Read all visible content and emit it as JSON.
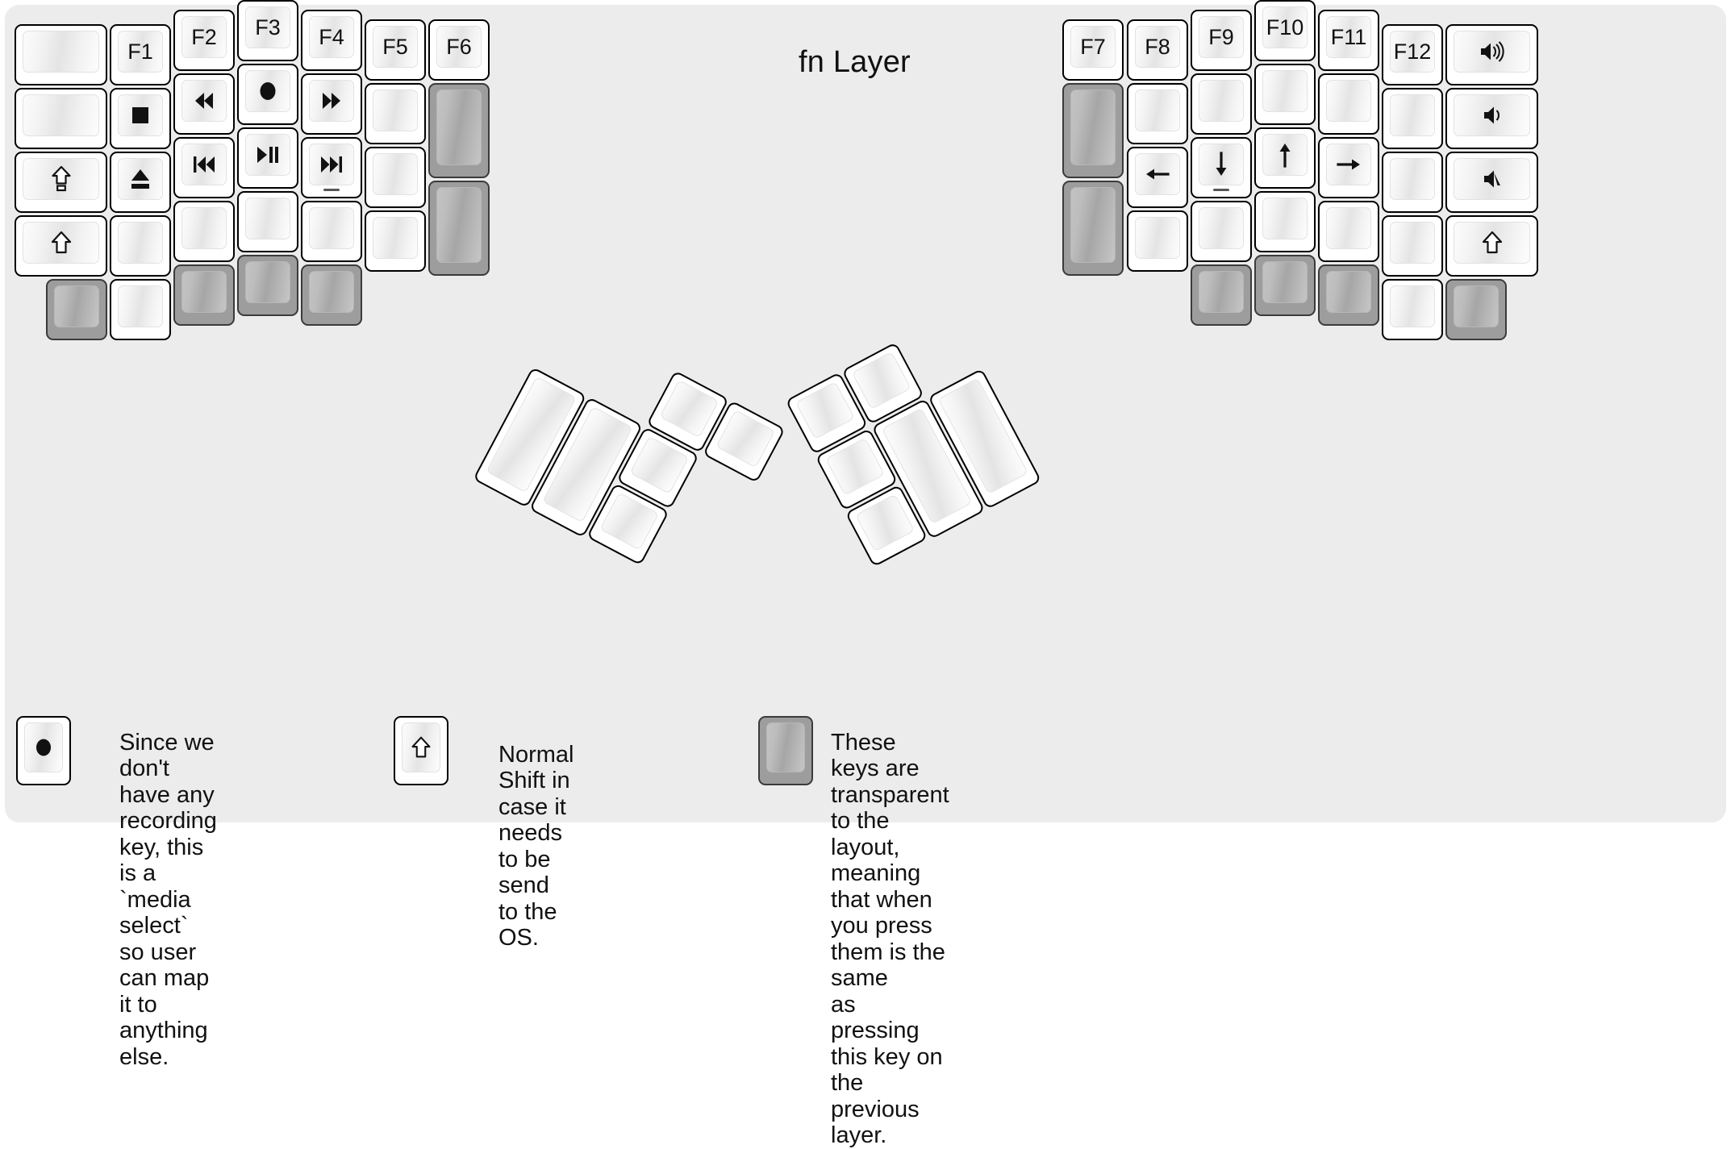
{
  "page": {
    "title": "fn Layer",
    "background_color": "#ececec",
    "key_face_color": "#ffffff",
    "transparent_key_color": "#9d9d9d",
    "text_color": "#111111"
  },
  "left_half": {
    "name": "left-key-matrix",
    "columns": [
      {
        "name": "col-outer-left",
        "keys": [
          {
            "id": "L-c1-r1",
            "label": "",
            "icon": "",
            "type": "normal",
            "size": "1.5u"
          },
          {
            "id": "L-c1-r2",
            "label": "",
            "icon": "",
            "type": "normal",
            "size": "1.5u"
          },
          {
            "id": "L-c1-r3",
            "label": "",
            "icon": "caps-lock-icon",
            "type": "normal",
            "size": "1.5u"
          },
          {
            "id": "L-c1-r4",
            "label": "",
            "icon": "shift-icon",
            "type": "normal",
            "size": "1.5u"
          },
          {
            "id": "L-c1-r5",
            "label": "",
            "icon": "",
            "type": "transparent",
            "size": "1u"
          }
        ]
      },
      {
        "name": "col-pinky",
        "keys": [
          {
            "id": "L-c2-r1",
            "label": "F1",
            "icon": "",
            "type": "normal"
          },
          {
            "id": "L-c2-r2",
            "label": "",
            "icon": "media-stop-icon",
            "type": "normal"
          },
          {
            "id": "L-c2-r3",
            "label": "",
            "icon": "media-eject-icon",
            "type": "normal"
          },
          {
            "id": "L-c2-r4",
            "label": "",
            "icon": "",
            "type": "normal"
          },
          {
            "id": "L-c2-r5",
            "label": "",
            "icon": "",
            "type": "normal"
          }
        ]
      },
      {
        "name": "col-ring",
        "keys": [
          {
            "id": "L-c3-r1",
            "label": "F2",
            "icon": "",
            "type": "normal"
          },
          {
            "id": "L-c3-r2",
            "label": "",
            "icon": "media-rewind-icon",
            "type": "normal"
          },
          {
            "id": "L-c3-r3",
            "label": "",
            "icon": "media-previous-track-icon",
            "type": "normal"
          },
          {
            "id": "L-c3-r4",
            "label": "",
            "icon": "",
            "type": "normal"
          },
          {
            "id": "L-c3-r5",
            "label": "",
            "icon": "",
            "type": "transparent"
          }
        ]
      },
      {
        "name": "col-middle",
        "keys": [
          {
            "id": "L-c4-r1",
            "label": "F3",
            "icon": "",
            "type": "normal"
          },
          {
            "id": "L-c4-r2",
            "label": "",
            "icon": "media-record-icon",
            "type": "normal"
          },
          {
            "id": "L-c4-r3",
            "label": "",
            "icon": "media-play-pause-icon",
            "type": "normal"
          },
          {
            "id": "L-c4-r4",
            "label": "",
            "icon": "",
            "type": "normal"
          },
          {
            "id": "L-c4-r5",
            "label": "",
            "icon": "",
            "type": "transparent"
          }
        ]
      },
      {
        "name": "col-index",
        "keys": [
          {
            "id": "L-c5-r1",
            "label": "F4",
            "icon": "",
            "type": "normal"
          },
          {
            "id": "L-c5-r2",
            "label": "",
            "icon": "media-fast-forward-icon",
            "type": "normal"
          },
          {
            "id": "L-c5-r3",
            "label": "",
            "icon": "media-next-track-icon",
            "type": "normal",
            "homing": true
          },
          {
            "id": "L-c5-r4",
            "label": "",
            "icon": "",
            "type": "normal"
          },
          {
            "id": "L-c5-r5",
            "label": "",
            "icon": "",
            "type": "transparent"
          }
        ]
      },
      {
        "name": "col-inner",
        "keys": [
          {
            "id": "L-c6-r1",
            "label": "F5",
            "icon": "",
            "type": "normal"
          },
          {
            "id": "L-c6-r2",
            "label": "",
            "icon": "",
            "type": "normal"
          },
          {
            "id": "L-c6-r3",
            "label": "",
            "icon": "",
            "type": "normal"
          },
          {
            "id": "L-c6-r4",
            "label": "",
            "icon": "",
            "type": "normal"
          }
        ]
      },
      {
        "name": "col-innermost",
        "keys": [
          {
            "id": "L-c7-r1",
            "label": "F6",
            "icon": "",
            "type": "normal"
          },
          {
            "id": "L-c7-r2",
            "label": "",
            "icon": "",
            "type": "transparent",
            "size": "1.5u-tall"
          },
          {
            "id": "L-c7-r3",
            "label": "",
            "icon": "",
            "type": "transparent",
            "size": "1.5u-tall"
          }
        ]
      }
    ]
  },
  "right_half": {
    "name": "right-key-matrix",
    "columns": [
      {
        "name": "col-innermost",
        "keys": [
          {
            "id": "R-c1-r1",
            "label": "F7",
            "icon": "",
            "type": "normal"
          },
          {
            "id": "R-c1-r2",
            "label": "",
            "icon": "",
            "type": "transparent",
            "size": "1.5u-tall"
          },
          {
            "id": "R-c1-r3",
            "label": "",
            "icon": "",
            "type": "transparent",
            "size": "1.5u-tall"
          }
        ]
      },
      {
        "name": "col-inner",
        "keys": [
          {
            "id": "R-c2-r1",
            "label": "F8",
            "icon": "",
            "type": "normal"
          },
          {
            "id": "R-c2-r2",
            "label": "",
            "icon": "",
            "type": "normal"
          },
          {
            "id": "R-c2-r3",
            "label": "",
            "icon": "arrow-left-icon",
            "type": "normal"
          },
          {
            "id": "R-c2-r4",
            "label": "",
            "icon": "",
            "type": "normal"
          }
        ]
      },
      {
        "name": "col-index",
        "keys": [
          {
            "id": "R-c3-r1",
            "label": "F9",
            "icon": "",
            "type": "normal"
          },
          {
            "id": "R-c3-r2",
            "label": "",
            "icon": "",
            "type": "normal"
          },
          {
            "id": "R-c3-r3",
            "label": "",
            "icon": "arrow-down-icon",
            "type": "normal",
            "homing": true
          },
          {
            "id": "R-c3-r4",
            "label": "",
            "icon": "",
            "type": "normal"
          },
          {
            "id": "R-c3-r5",
            "label": "",
            "icon": "",
            "type": "transparent"
          }
        ]
      },
      {
        "name": "col-middle",
        "keys": [
          {
            "id": "R-c4-r1",
            "label": "F10",
            "icon": "",
            "type": "normal"
          },
          {
            "id": "R-c4-r2",
            "label": "",
            "icon": "",
            "type": "normal"
          },
          {
            "id": "R-c4-r3",
            "label": "",
            "icon": "arrow-up-icon",
            "type": "normal"
          },
          {
            "id": "R-c4-r4",
            "label": "",
            "icon": "",
            "type": "normal"
          },
          {
            "id": "R-c4-r5",
            "label": "",
            "icon": "",
            "type": "transparent"
          }
        ]
      },
      {
        "name": "col-ring",
        "keys": [
          {
            "id": "R-c5-r1",
            "label": "F11",
            "icon": "",
            "type": "normal"
          },
          {
            "id": "R-c5-r2",
            "label": "",
            "icon": "",
            "type": "normal"
          },
          {
            "id": "R-c5-r3",
            "label": "",
            "icon": "arrow-right-icon",
            "type": "normal"
          },
          {
            "id": "R-c5-r4",
            "label": "",
            "icon": "",
            "type": "normal"
          },
          {
            "id": "R-c5-r5",
            "label": "",
            "icon": "",
            "type": "transparent"
          }
        ]
      },
      {
        "name": "col-pinky",
        "keys": [
          {
            "id": "R-c6-r1",
            "label": "F12",
            "icon": "",
            "type": "normal"
          },
          {
            "id": "R-c6-r2",
            "label": "",
            "icon": "",
            "type": "normal"
          },
          {
            "id": "R-c6-r3",
            "label": "",
            "icon": "",
            "type": "normal"
          },
          {
            "id": "R-c6-r4",
            "label": "",
            "icon": "",
            "type": "normal"
          },
          {
            "id": "R-c6-r5",
            "label": "",
            "icon": "",
            "type": "normal"
          }
        ]
      },
      {
        "name": "col-outer-right",
        "keys": [
          {
            "id": "R-c7-r1",
            "label": "",
            "icon": "volume-up-icon",
            "type": "normal",
            "size": "1.5u"
          },
          {
            "id": "R-c7-r2",
            "label": "",
            "icon": "volume-down-icon",
            "type": "normal",
            "size": "1.5u"
          },
          {
            "id": "R-c7-r3",
            "label": "",
            "icon": "volume-mute-icon",
            "type": "normal",
            "size": "1.5u"
          },
          {
            "id": "R-c7-r4",
            "label": "",
            "icon": "shift-icon",
            "type": "normal",
            "size": "1.5u"
          },
          {
            "id": "R-c7-r5",
            "label": "",
            "icon": "",
            "type": "transparent",
            "size": "1u"
          }
        ]
      }
    ]
  },
  "left_thumb_cluster": {
    "name": "left-thumb-cluster",
    "keys": [
      {
        "id": "LT-1",
        "label": "",
        "icon": "",
        "type": "normal",
        "size": "2u"
      },
      {
        "id": "LT-2",
        "label": "",
        "icon": "",
        "type": "normal",
        "size": "2u"
      },
      {
        "id": "LT-3",
        "label": "",
        "icon": "",
        "type": "normal",
        "size": "1u"
      },
      {
        "id": "LT-4",
        "label": "",
        "icon": "",
        "type": "normal",
        "size": "1u"
      },
      {
        "id": "LT-5",
        "label": "",
        "icon": "",
        "type": "normal",
        "size": "1u"
      },
      {
        "id": "LT-6",
        "label": "",
        "icon": "",
        "type": "normal",
        "size": "1u"
      }
    ]
  },
  "right_thumb_cluster": {
    "name": "right-thumb-cluster",
    "keys": [
      {
        "id": "RT-1",
        "label": "",
        "icon": "",
        "type": "normal",
        "size": "1u"
      },
      {
        "id": "RT-2",
        "label": "",
        "icon": "",
        "type": "normal",
        "size": "1u"
      },
      {
        "id": "RT-3",
        "label": "",
        "icon": "",
        "type": "normal",
        "size": "1u"
      },
      {
        "id": "RT-4",
        "label": "",
        "icon": "",
        "type": "normal",
        "size": "1u"
      },
      {
        "id": "RT-5",
        "label": "",
        "icon": "",
        "type": "normal",
        "size": "2u"
      },
      {
        "id": "RT-6",
        "label": "",
        "icon": "",
        "type": "normal",
        "size": "2u"
      }
    ]
  },
  "legend": {
    "items": [
      {
        "key_icon": "media-record-icon",
        "key_type": "normal",
        "text": "Since we don't have any recording\nkey, this is a `media select` so user\ncan map it to anything else."
      },
      {
        "key_icon": "shift-icon",
        "key_type": "normal",
        "text": "Normal Shift in case it needs\nto be send to the OS."
      },
      {
        "key_icon": "",
        "key_type": "transparent",
        "text": "These keys are transparent to the layout,\nmeaning that when you press them is the same\nas pressing this key on the previous layer."
      }
    ]
  }
}
